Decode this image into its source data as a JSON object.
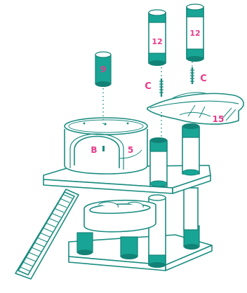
{
  "colors": {
    "ink": "#1a8c80",
    "teal": "#18a596",
    "teal_dark": "#128276",
    "accent": "#e63a8a",
    "background": "#ffffff"
  },
  "labels": {
    "post_9": "9",
    "post_12_left": "12",
    "post_12_right": "12",
    "screw_c_left": "C",
    "screw_c_right": "C",
    "house_b": "B",
    "house_5": "5",
    "hammock_15": "15"
  }
}
